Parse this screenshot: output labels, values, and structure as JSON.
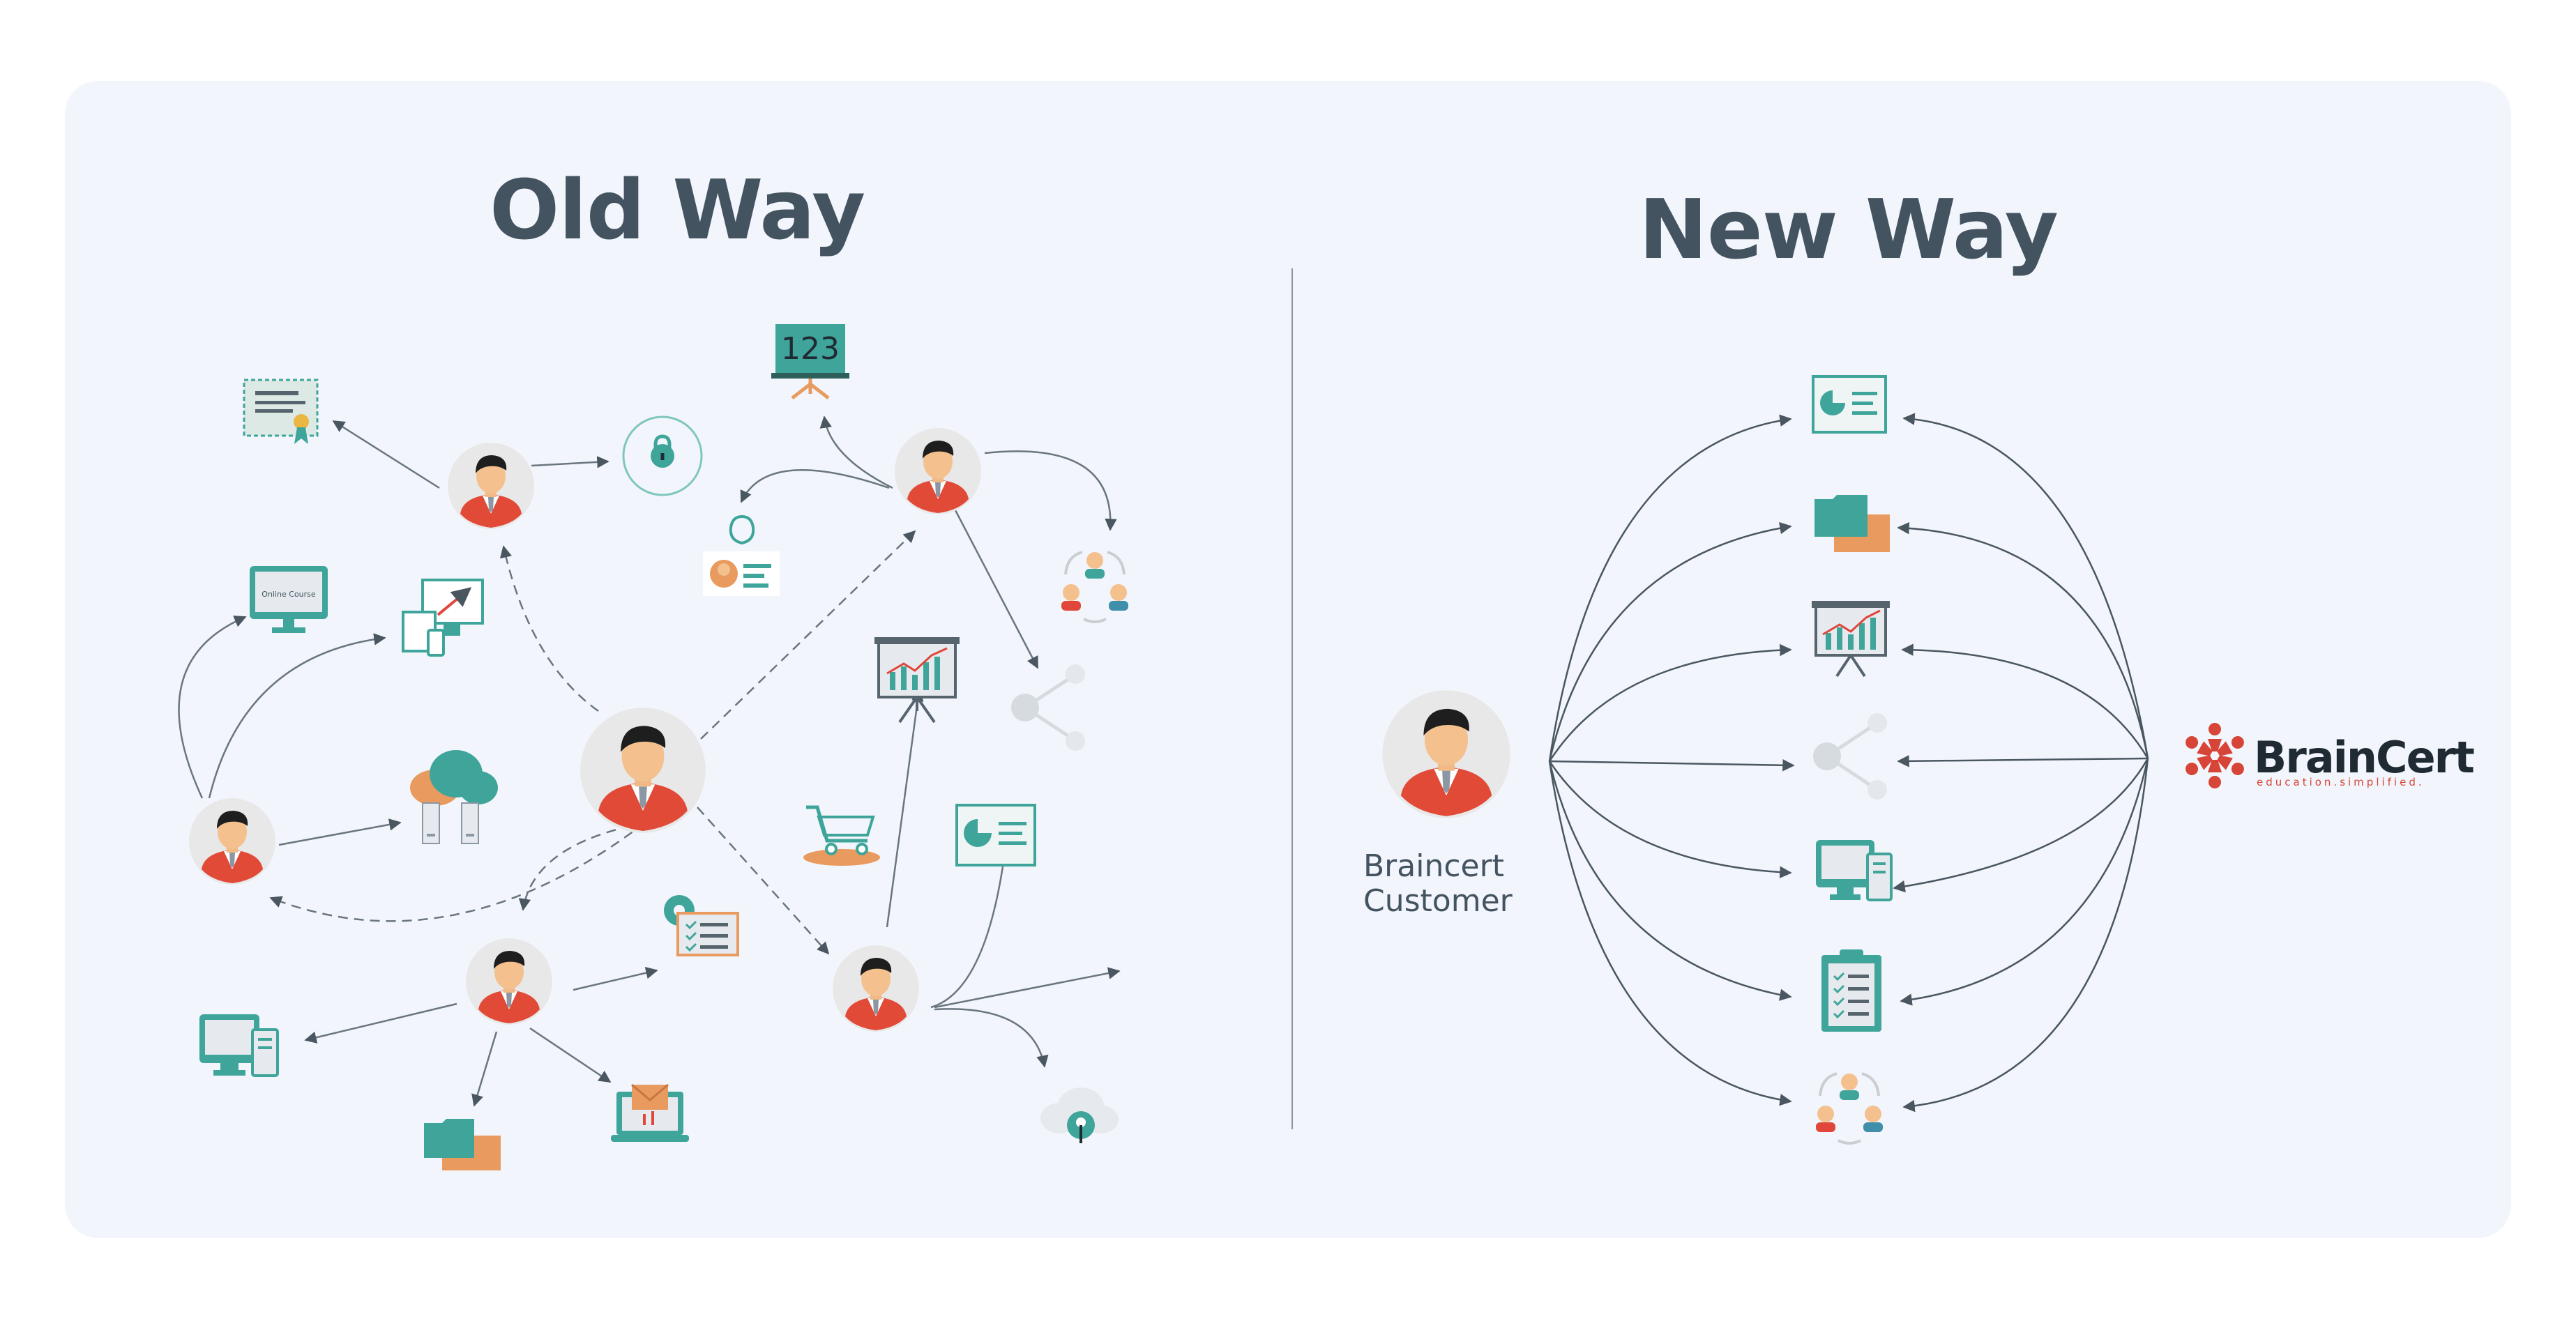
{
  "titles": {
    "old": "Old Way",
    "new": "New Way"
  },
  "customer": {
    "line1": "Braincert",
    "line2": "Customer"
  },
  "brand": {
    "name": "BrainCert",
    "tagline": "education.simplified."
  },
  "icon_text": {
    "presentation_number": "123",
    "online_course": "Online Course"
  },
  "colors": {
    "panel": "#f2f6fc",
    "teal": "#3fa59a",
    "orange": "#e89a5f",
    "red": "#e0463a",
    "text": "#435360",
    "line": "#4a5660"
  }
}
